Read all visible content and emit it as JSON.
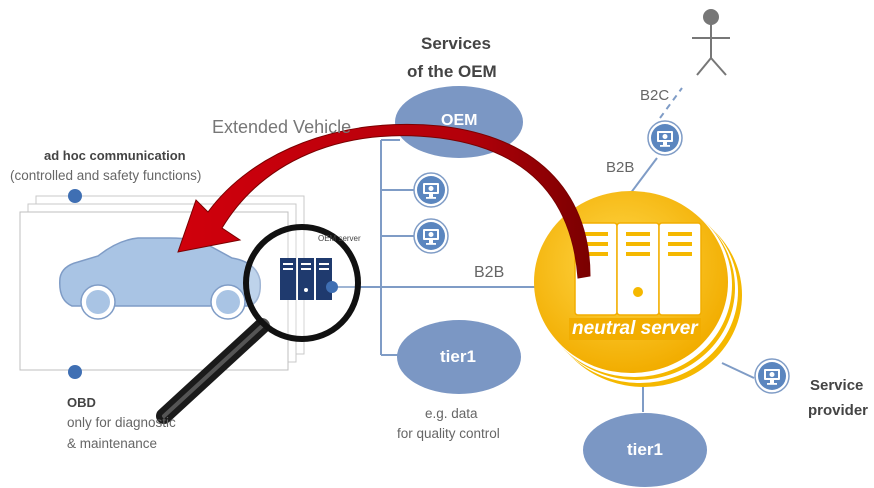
{
  "labels": {
    "services_line1": "Services",
    "services_line2": "of the OEM",
    "extended_vehicle": "Extended Vehicle",
    "adhoc_title": "ad hoc communication",
    "adhoc_subtitle": "(controlled and safety functions)",
    "obd_title": "OBD",
    "obd_line1": "only for diagnostic",
    "obd_line2": "& maintenance",
    "oem": "OEM",
    "tier1_left": "tier1",
    "tier1_bottom": "tier1",
    "eg_line1": "e.g. data",
    "eg_line2": "for quality control",
    "b2b_center": "B2B",
    "b2b_top": "B2B",
    "b2c": "B2C",
    "neutral_server": "neutral server",
    "oem_server": "OEM server",
    "service_provider_line1": "Service",
    "service_provider_line2": "provider"
  },
  "colors": {
    "oval_blue": "#7b97c4",
    "line_blue": "#7f9cc6",
    "car_blue": "#a9c4e4",
    "dot_blue": "#3f6fb3",
    "arrow_red": "#c4000b",
    "arrow_dark": "#8b0000",
    "server_yellow": "#f5b800",
    "server_navy": "#1f3a6e",
    "monitor_blue": "#5b86bf"
  }
}
